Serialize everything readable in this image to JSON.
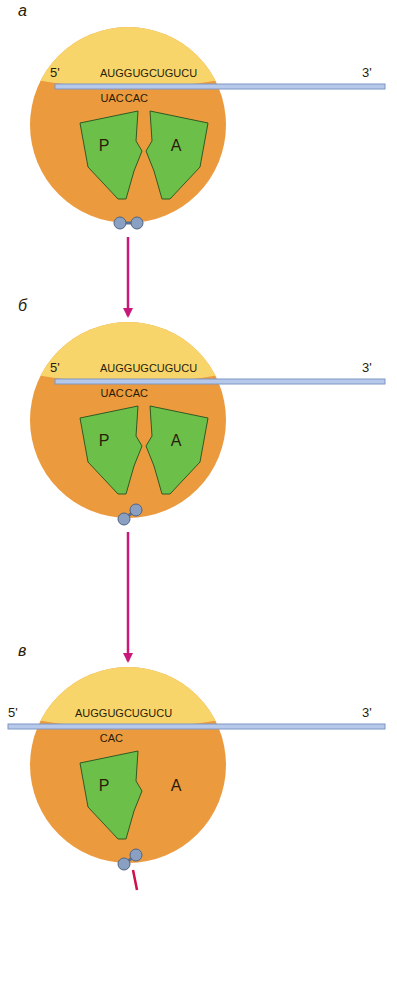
{
  "diagram": {
    "nodes": [
      {
        "text": [
          "AUGGUGCUGUCU"
        ]
      },
      {
        "text": [
          "P"
        ],
        "in": 0
      },
      {
        "text": [
          "A"
        ],
        "in": 0
      },
      {
        "text": [
          "AUGGUGCUGUCU"
        ]
      },
      {
        "text": [
          "P"
        ],
        "in": 3
      },
      {
        "text": [
          "A"
        ],
        "in": 3
      },
      {
        "text": [
          "AUGGUGCUGUCU"
        ]
      },
      {
        "text": [
          "P"
        ],
        "in": 6
      }
    ],
    "edges": [
      {
        "from": 0,
        "to": 3,
        "arrow": "to"
      },
      {
        "from": 3,
        "to": 6,
        "arrow": "to"
      }
    ],
    "labels": [
      "а",
      "5'",
      "3'",
      "UAC",
      "CAC",
      "б",
      "5'",
      "3'",
      "UAC",
      "CAC",
      "в",
      "5'",
      "3'",
      "CAC",
      "A"
    ]
  }
}
